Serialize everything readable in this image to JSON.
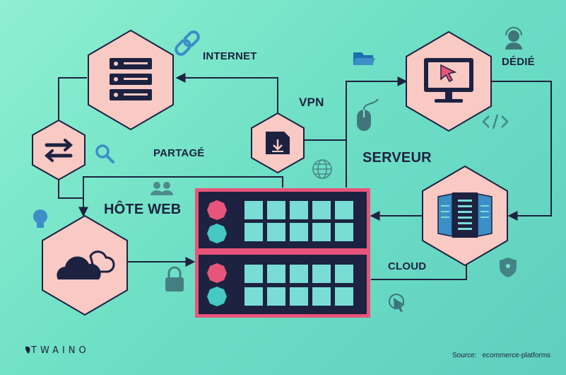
{
  "labels": {
    "internet": "INTERNET",
    "vpn": "VPN",
    "dedie": "DÉDIÉ",
    "partage": "PARTAGÉ",
    "serveur": "SERVEUR",
    "hote_web": "HÔTE WEB",
    "cloud": "CLOUD"
  },
  "footer": {
    "brand": "TWAINO",
    "source_key": "Source:",
    "source_value": "ecommerce-platforms"
  },
  "colors": {
    "background": "#6fe0c6",
    "hexagon_fill": "#f9c9c4",
    "outline": "#1c2240",
    "server_frame": "#e8557a",
    "server_body": "#1c2240",
    "server_cell": "#79ddd5",
    "led_pink": "#e8557a",
    "led_teal": "#45c9c2",
    "icon_blue": "#3b8ec6"
  },
  "icons": [
    "link-icon",
    "folder-icon",
    "headset-icon",
    "mouse-icon",
    "code-icon",
    "search-icon",
    "globe-icon",
    "users-icon",
    "lightbulb-icon",
    "lock-icon",
    "shield-icon",
    "pointer-click-icon",
    "server-rack-icon",
    "sync-icon",
    "download-file-icon",
    "monitor-cursor-icon",
    "datacenter-icon",
    "cloud-icon"
  ]
}
